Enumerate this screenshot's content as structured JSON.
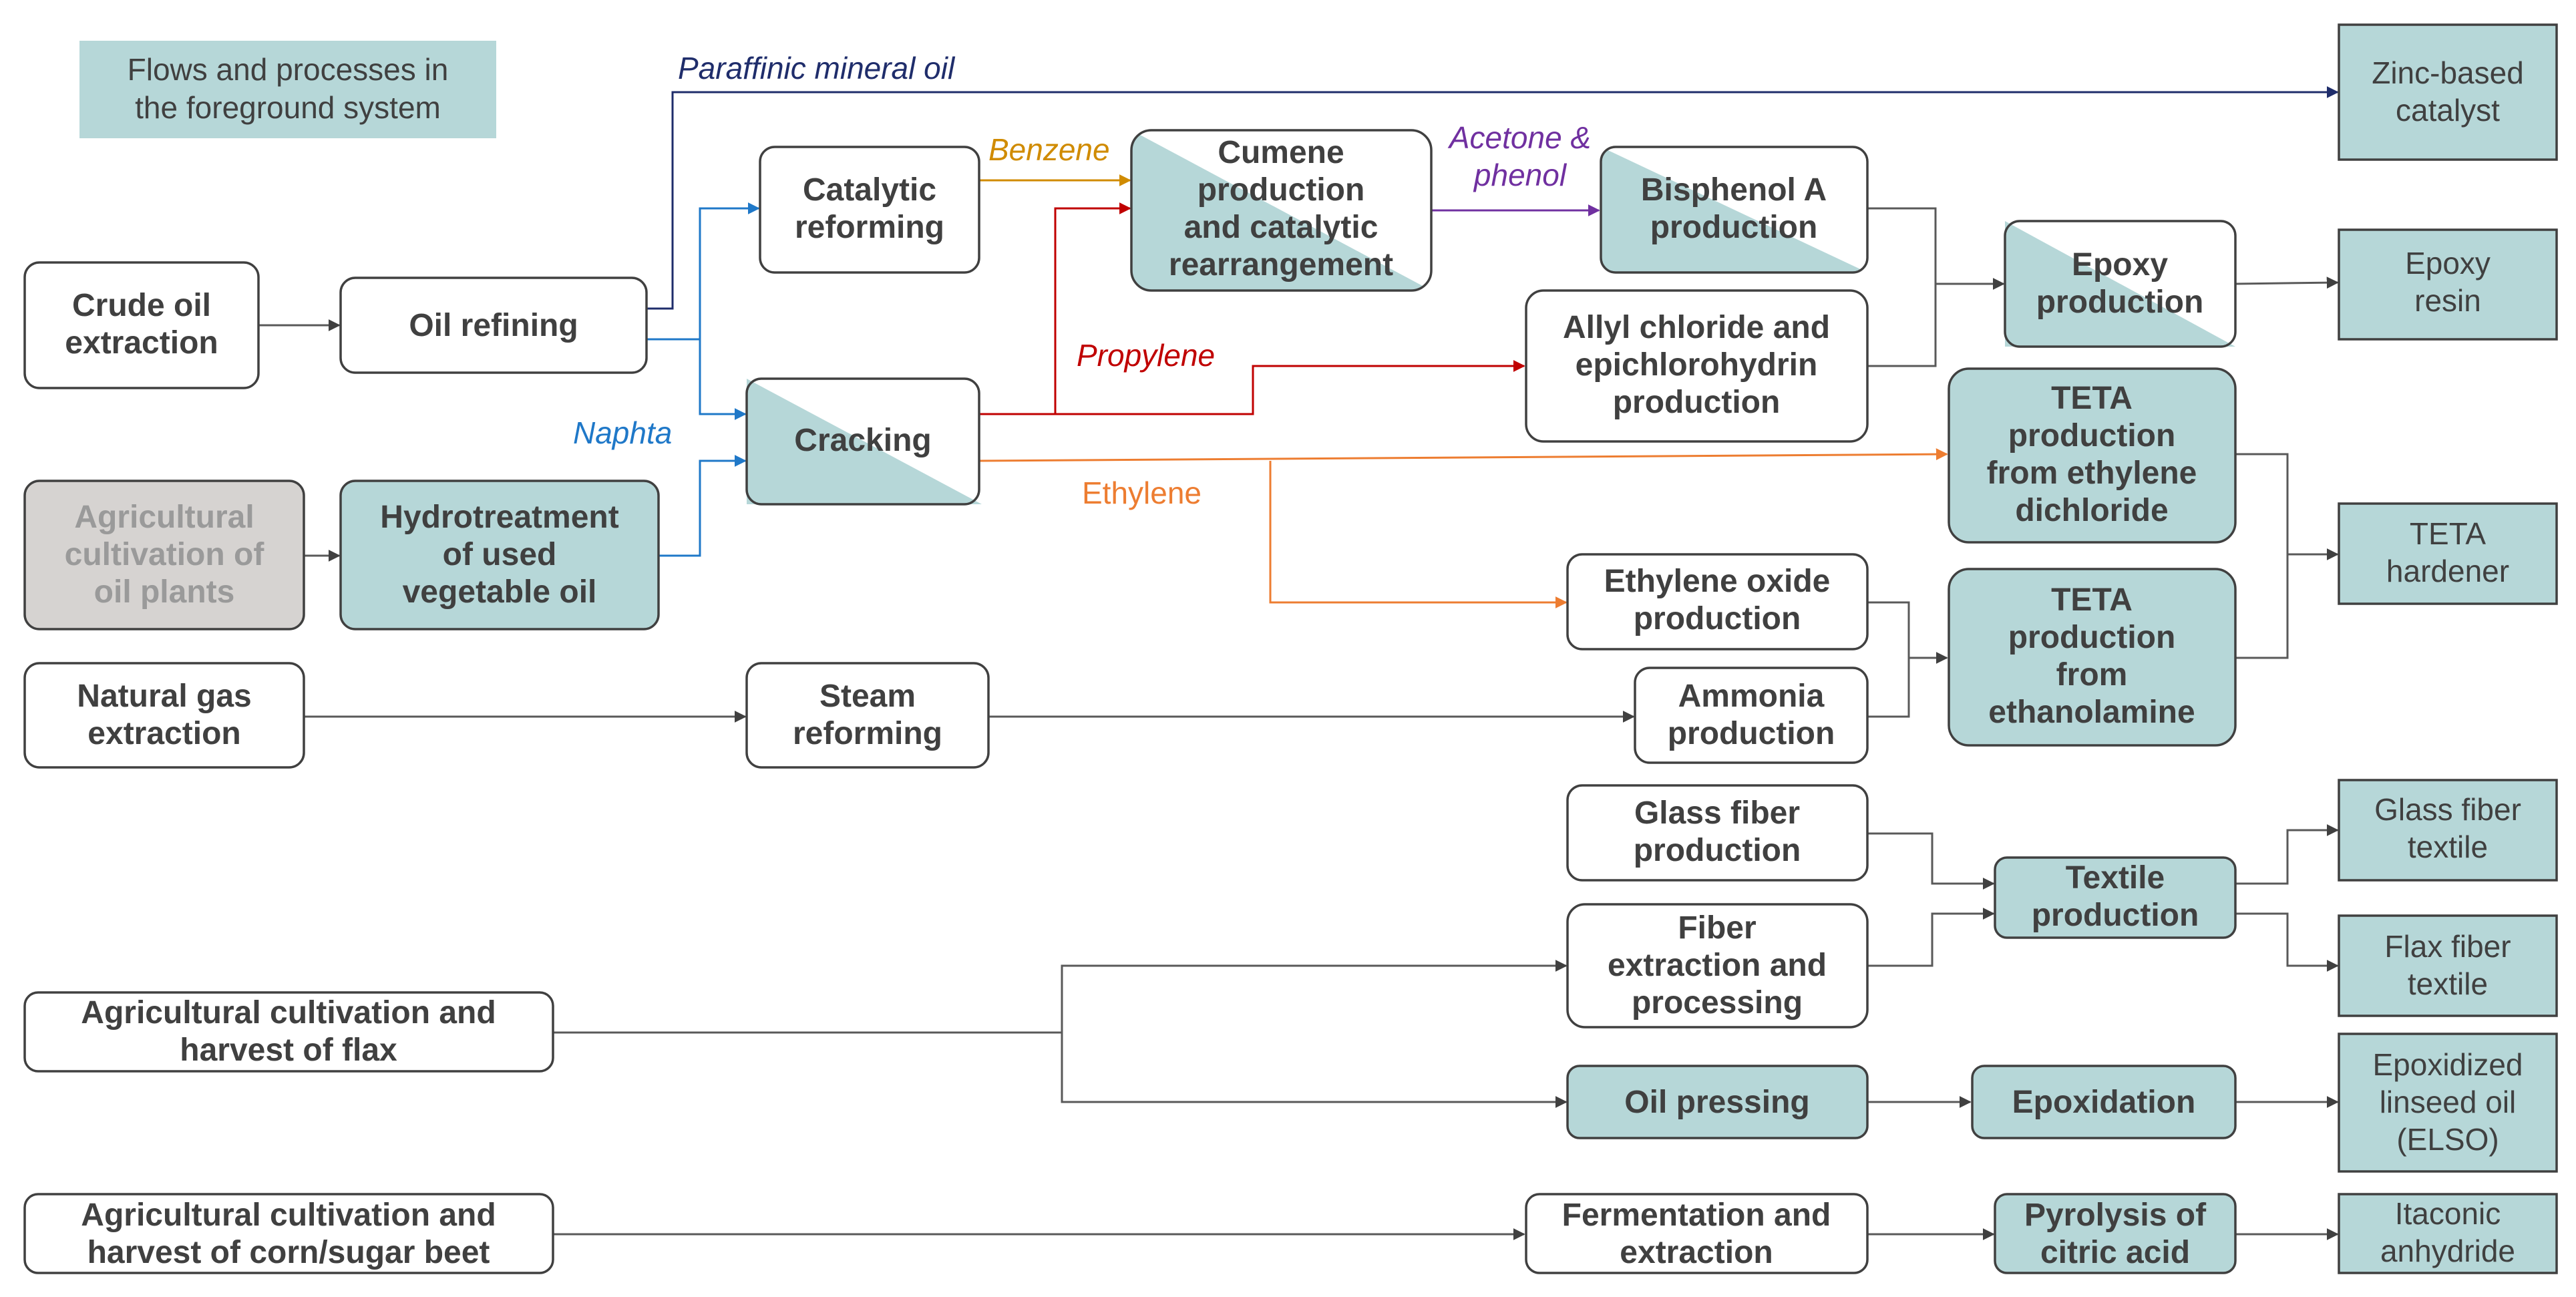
{
  "legend": {
    "text": [
      "Flows and processes in",
      "the foreground system"
    ]
  },
  "colors": {
    "teal": "#b6d7d8",
    "grey": "#d6d3d1",
    "line": "#595959",
    "blue": "#1f78c8",
    "navy": "#1f2d6b",
    "orange": "#ed7d31",
    "gold": "#d08b00",
    "purple": "#7030a0",
    "red": "#c00000"
  },
  "processes": {
    "crude_oil": [
      "Crude oil",
      "extraction"
    ],
    "oil_refining": [
      "Oil refining"
    ],
    "agri_oil_plants": [
      "Agricultural",
      "cultivation of",
      "oil plants"
    ],
    "hydrotreatment": [
      "Hydrotreatment",
      "of used",
      "vegetable oil"
    ],
    "natural_gas": [
      "Natural gas",
      "extraction"
    ],
    "catalytic_reforming": [
      "Catalytic",
      "reforming"
    ],
    "cracking": [
      "Cracking"
    ],
    "steam_reforming": [
      "Steam",
      "reforming"
    ],
    "cumene": [
      "Cumene",
      "production",
      "and catalytic",
      "rearrangement"
    ],
    "bisphenol": [
      "Bisphenol A",
      "production"
    ],
    "allyl": [
      "Allyl chloride and",
      "epichlorohydrin",
      "production"
    ],
    "epoxy_production": [
      "Epoxy",
      "production"
    ],
    "teta_edc": [
      "TETA",
      "production",
      "from ethylene",
      "dichloride"
    ],
    "teta_eth": [
      "TETA",
      "production",
      "from",
      "ethanolamine"
    ],
    "ethylene_oxide": [
      "Ethylene oxide",
      "production"
    ],
    "ammonia": [
      "Ammonia",
      "production"
    ],
    "glass_fiber_prod": [
      "Glass fiber",
      "production"
    ],
    "fiber_extraction": [
      "Fiber",
      "extraction and",
      "processing"
    ],
    "textile": [
      "Textile",
      "production"
    ],
    "agri_flax": [
      "Agricultural cultivation and",
      "harvest of flax"
    ],
    "oil_pressing": [
      "Oil pressing"
    ],
    "epoxidation": [
      "Epoxidation"
    ],
    "agri_corn": [
      "Agricultural cultivation and",
      "harvest of corn/sugar beet"
    ],
    "fermentation": [
      "Fermentation and",
      "extraction"
    ],
    "pyrolysis": [
      "Pyrolysis of",
      "citric acid"
    ]
  },
  "products": {
    "zinc": [
      "Zinc-based",
      "catalyst"
    ],
    "epoxy_resin": [
      "Epoxy",
      "resin"
    ],
    "teta_hardener": [
      "TETA",
      "hardener"
    ],
    "glass_textile": [
      "Glass fiber",
      "textile"
    ],
    "flax_textile": [
      "Flax fiber",
      "textile"
    ],
    "elso": [
      "Epoxidized",
      "linseed oil",
      "(ELSO)"
    ],
    "itaconic": [
      "Itaconic",
      "anhydride"
    ]
  },
  "flows": {
    "paraffinic": "Paraffinic mineral oil",
    "naphta": "Naphta",
    "benzene": "Benzene",
    "acetone": [
      "Acetone &",
      "phenol"
    ],
    "propylene": "Propylene",
    "ethylene": "Ethylene"
  }
}
